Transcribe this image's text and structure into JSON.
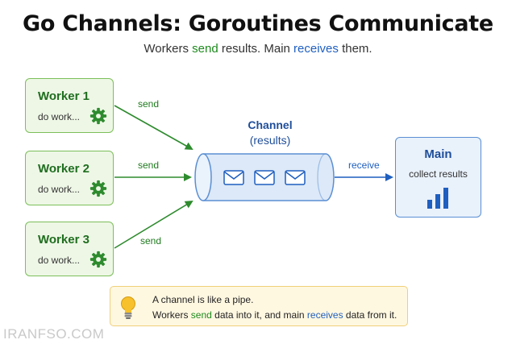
{
  "title": "Go Channels: Goroutines Communicate",
  "subtitle": {
    "part1": "Workers ",
    "send_word": "send",
    "part2": " results.  Main ",
    "receives_word": "receives",
    "part3": " them."
  },
  "workers": [
    {
      "name": "Worker 1",
      "task": "do work..."
    },
    {
      "name": "Worker 2",
      "task": "do work..."
    },
    {
      "name": "Worker 3",
      "task": "do work..."
    }
  ],
  "edges": {
    "send_label": "send",
    "receive_label": "receive"
  },
  "channel": {
    "title": "Channel",
    "subtitle": "(results)"
  },
  "main": {
    "title": "Main",
    "subtitle": "collect results"
  },
  "note": {
    "line1": "A channel is like a pipe.",
    "line2_a": "Workers ",
    "line2_send": "send",
    "line2_b": " data into it, and main  ",
    "line2_receives": "receives",
    "line2_c": " data from it."
  },
  "watermark": "IRANFSO.COM",
  "colors": {
    "worker_border": "#7cbf5a",
    "worker_fill": "#eef7e6",
    "main_border": "#5b8fd3",
    "main_fill": "#e9f1fb",
    "send_arrow": "#2e8b2e",
    "receive_arrow": "#1f5fbf",
    "note_fill": "#fff8e1"
  },
  "icons": [
    "gear-icon",
    "envelope-icon",
    "bar-chart-icon",
    "lightbulb-icon"
  ]
}
